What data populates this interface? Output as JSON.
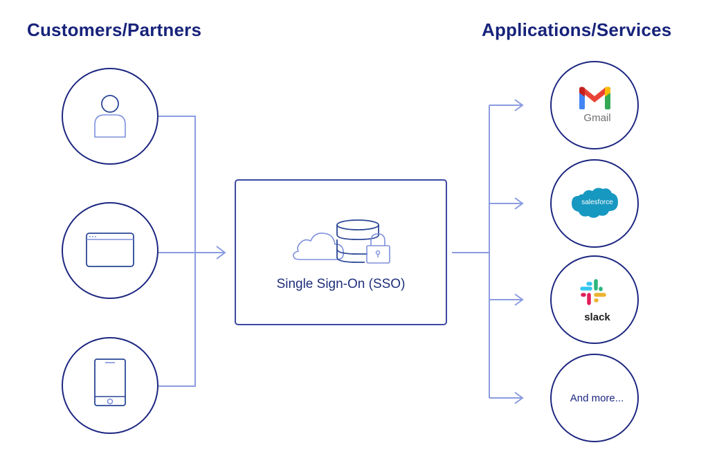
{
  "headings": {
    "left": "Customers/Partners",
    "right": "Applications/Services"
  },
  "sources": [
    {
      "name": "user",
      "icon": "user-icon"
    },
    {
      "name": "browser",
      "icon": "browser-window-icon"
    },
    {
      "name": "mobile",
      "icon": "mobile-phone-icon"
    }
  ],
  "hub": {
    "label": "Single Sign-On (SSO)",
    "icons": [
      "cloud-icon",
      "database-icon",
      "lock-icon"
    ]
  },
  "targets": [
    {
      "name": "gmail",
      "label": "Gmail"
    },
    {
      "name": "salesforce",
      "label": "salesforce"
    },
    {
      "name": "slack",
      "label": "slack"
    },
    {
      "name": "more",
      "label": "And more..."
    }
  ],
  "colors": {
    "heading": "#17237a",
    "circle_stroke": "#1c2680",
    "connector": "#8a9be0",
    "salesforce_blue": "#1798c1",
    "gmail_red": "#ea4335",
    "gmail_blue": "#4285f4",
    "gmail_green": "#34a853",
    "gmail_yellow": "#fbbc04",
    "slack_blue": "#36c5f0",
    "slack_green": "#2eb67d",
    "slack_red": "#e01e5a",
    "slack_yellow": "#ecb22e"
  }
}
